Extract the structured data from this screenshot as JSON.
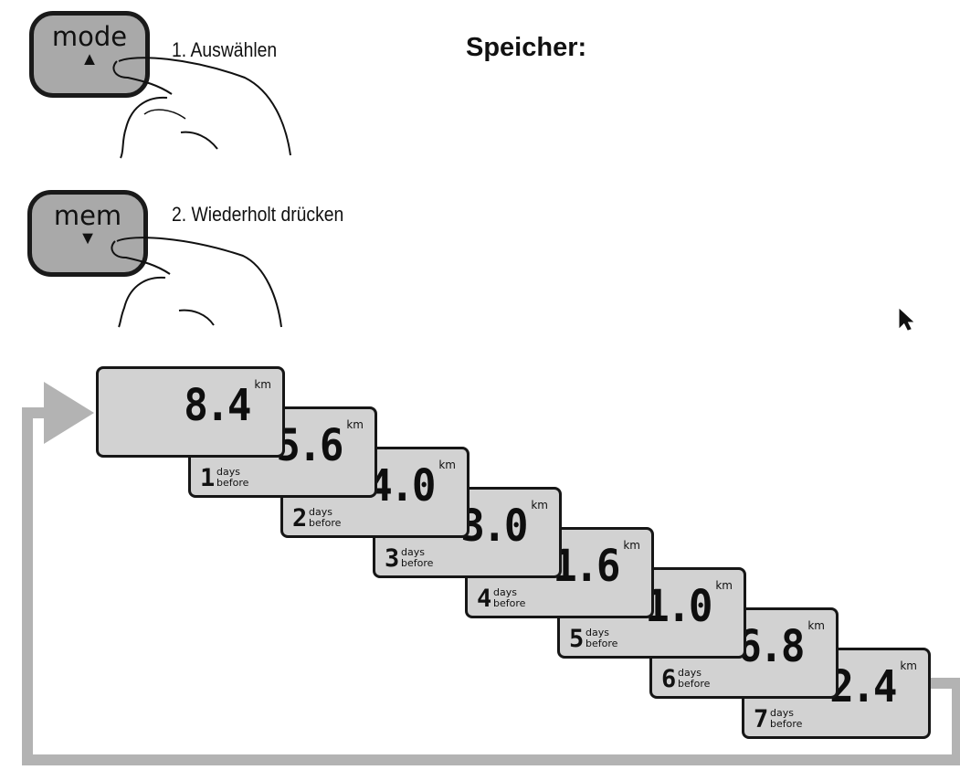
{
  "buttons": [
    {
      "label": "mode",
      "arrow": "▲",
      "arrow_icon": "triangle-up-icon"
    },
    {
      "label": "mem",
      "arrow": "▼",
      "arrow_icon": "triangle-down-icon"
    }
  ],
  "steps": [
    "1. Auswählen",
    "2. Wiederholt drücken"
  ],
  "title": "Speicher:",
  "unit": "km",
  "day_word": "days",
  "before_word": "before",
  "displays": [
    {
      "value": "8.4",
      "day": ""
    },
    {
      "value": "5.6",
      "day": "1"
    },
    {
      "value": "4.0",
      "day": "2"
    },
    {
      "value": "3.0",
      "day": "3"
    },
    {
      "value": "1.6",
      "day": "4"
    },
    {
      "value": "1.0",
      "day": "5"
    },
    {
      "value": "6.8",
      "day": "6"
    },
    {
      "value": "2.4",
      "day": "7"
    }
  ],
  "colors": {
    "lcd_bg": "#d2d2d2",
    "button_bg": "#a9a9a9",
    "loop_arrow": "#b3b3b3",
    "outline": "#161616"
  }
}
